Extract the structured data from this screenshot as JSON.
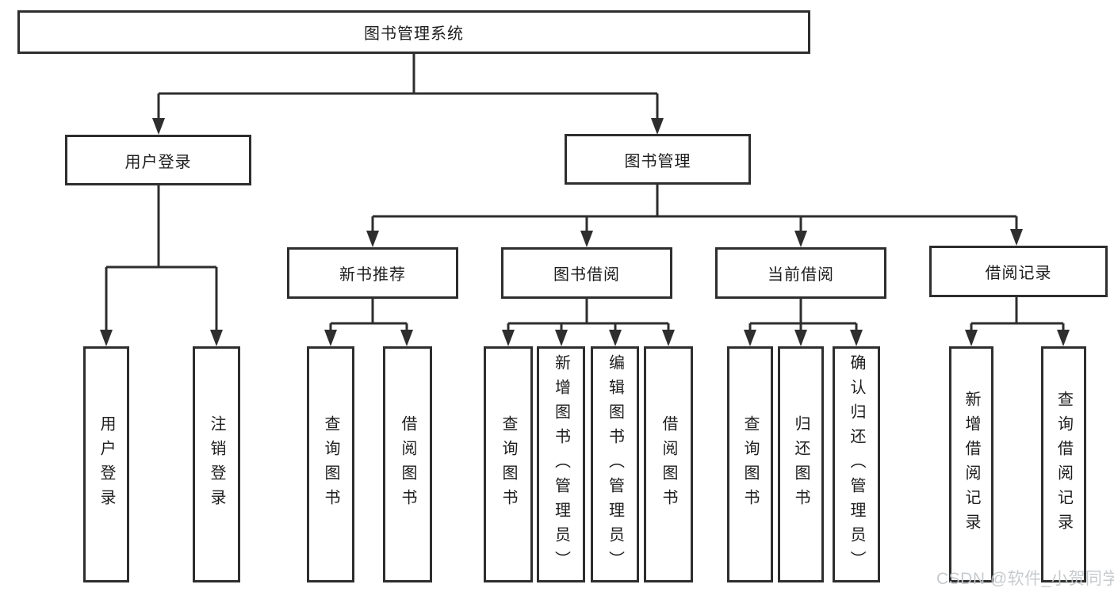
{
  "diagram_type": "hierarchy-tree",
  "tree": {
    "label": "图书管理系统",
    "children": [
      {
        "label": "用户登录",
        "children": [
          {
            "label": "用户登录"
          },
          {
            "label": "注销登录"
          }
        ]
      },
      {
        "label": "图书管理",
        "children": [
          {
            "label": "新书推荐",
            "children": [
              {
                "label": "查询图书"
              },
              {
                "label": "借阅图书"
              }
            ]
          },
          {
            "label": "图书借阅",
            "children": [
              {
                "label": "查询图书"
              },
              {
                "label": "新增图书（管理员）"
              },
              {
                "label": "编辑图书（管理员）"
              },
              {
                "label": "借阅图书"
              }
            ]
          },
          {
            "label": "当前借阅",
            "children": [
              {
                "label": "查询图书"
              },
              {
                "label": "归还图书"
              },
              {
                "label": "确认归还（管理员）"
              }
            ]
          },
          {
            "label": "借阅记录",
            "children": [
              {
                "label": "新增借阅记录"
              },
              {
                "label": "查询借阅记录"
              }
            ]
          }
        ]
      }
    ]
  },
  "watermark": {
    "text": "CSDN @软件_小贺同学"
  },
  "colors": {
    "line": "#2e2e2e",
    "text": "#1d1d1d",
    "background": "#ffffff",
    "watermark": "#c5c9cc"
  }
}
